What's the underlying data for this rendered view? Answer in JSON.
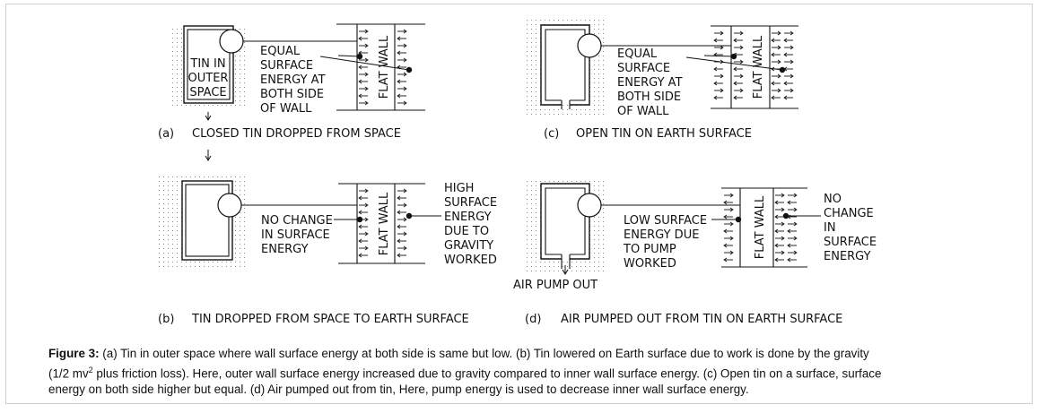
{
  "panels": {
    "a": {
      "tin_label": [
        "TIN IN",
        "OUTER",
        "SPACE"
      ],
      "annotation": [
        "EQUAL",
        "SURFACE",
        "ENERGY AT",
        "BOTH SIDE",
        "OF WALL"
      ],
      "wall_label": "FLAT WALL",
      "caption_letter": "(a)",
      "caption": "CLOSED TIN DROPPED FROM SPACE"
    },
    "b": {
      "annotation_left": [
        "NO CHANGE",
        "IN SURFACE",
        "ENERGY"
      ],
      "annotation_right": [
        "HIGH",
        "SURFACE",
        "ENERGY",
        "DUE TO",
        "GRAVITY",
        "WORKED"
      ],
      "wall_label": "FLAT WALL",
      "caption_letter": "(b)",
      "caption": "TIN DROPPED FROM SPACE TO EARTH SURFACE"
    },
    "c": {
      "annotation": [
        "EQUAL",
        "SURFACE",
        "ENERGY AT",
        "BOTH SIDE",
        "OF WALL"
      ],
      "wall_label": "FLAT WALL",
      "caption_letter": "(c)",
      "caption": "OPEN TIN ON EARTH SURFACE"
    },
    "d": {
      "annotation_left": [
        "LOW SURFACE",
        "ENERGY DUE",
        "TO PUMP",
        "WORKED"
      ],
      "annotation_right": [
        "NO",
        "CHANGE",
        "IN",
        "SURFACE",
        "ENERGY"
      ],
      "pump_label": "AIR PUMP OUT",
      "wall_label": "FLAT WALL",
      "caption_letter": "(d)",
      "caption": "AIR PUMPED OUT FROM TIN ON EARTH SURFACE"
    }
  },
  "figure_caption": {
    "label": "Figure 3:",
    "line1": "(a) Tin in outer space where wall surface energy at both side is same but low. (b) Tin lowered on Earth surface due to work is done by the gravity",
    "line2_a": "(1/2 mv",
    "line2_sup": "2",
    "line2_b": " plus friction loss).  Here, outer wall surface energy increased due to gravity compared to inner wall surface energy.  (c) Open tin on a surface, surface",
    "line3": "energy on both side higher but equal. (d) Air pumped out from tin, Here, pump energy is used to decrease inner wall surface energy."
  }
}
